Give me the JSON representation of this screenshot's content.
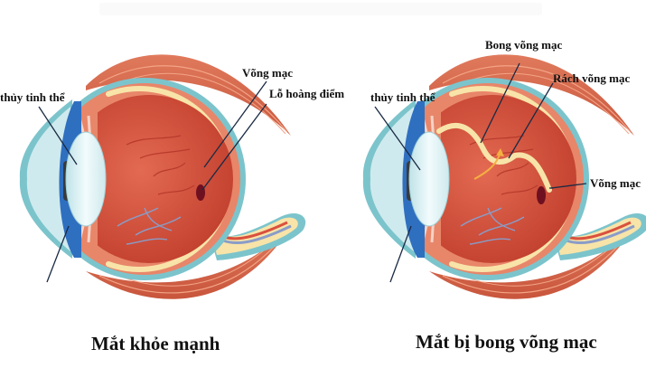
{
  "figure": {
    "left_panel": {
      "caption": "Mắt khỏe mạnh",
      "labels": {
        "lens": "thủy tinh thể",
        "retina": "Võng mạc",
        "macular_hole": "Lỗ hoàng điểm"
      }
    },
    "right_panel": {
      "caption": "Mắt bị bong võng mạc",
      "labels": {
        "lens": "thủy tinh thể",
        "detachment": "Bong võng mạc",
        "tear": "Rách võng mạc",
        "retina": "Võng mạc"
      }
    },
    "colors": {
      "muscle": "#d9674a",
      "muscle_stripe": "#f0a080",
      "sclera_outline": "#7cc4cc",
      "choroid": "#e8866a",
      "vitreous": "#cc4a38",
      "retina_layer": "#f8e4a8",
      "cornea": "#cfeaee",
      "iris": "#2f6fc0",
      "lens": "#dff2f4",
      "vessel_red": "#e3634c",
      "vessel_blue": "#8a9cc8",
      "macula": "#6e1020",
      "tear_arrow": "#f4b040"
    }
  }
}
